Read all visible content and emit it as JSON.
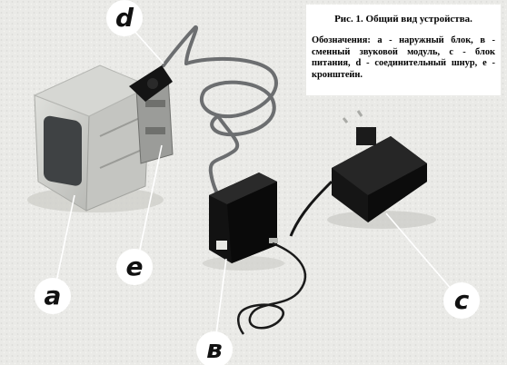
{
  "caption": {
    "title": "Рис. 1. Общий вид устройства.",
    "legend": "Обозначения:    а - наружный блок, в - сменный звуковой модуль, с - блок питания, d - соединительный шнур, е - кронштейн."
  },
  "labels": {
    "a": "a",
    "b": "в",
    "c": "c",
    "d": "d",
    "e": "e"
  },
  "colors": {
    "background": "#e9e9e6",
    "outdoor_unit": "#d2d3cf",
    "speaker_grille": "#3f4244",
    "black_device": "#111111",
    "cable": "#6c6e70"
  }
}
